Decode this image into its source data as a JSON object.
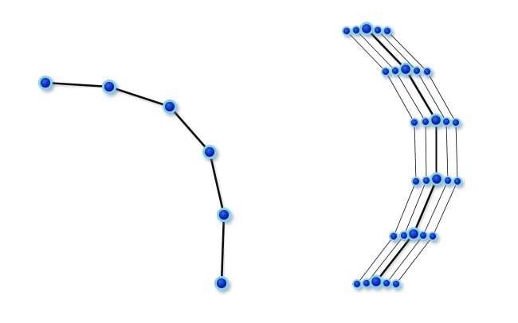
{
  "colors": {
    "background": "#ffffff",
    "line": "#111111",
    "thin_line": "#222222",
    "node_fill_dark": "#0b1ea8",
    "node_fill_light": "#1e4bd8",
    "node_ring": "#7fd3ea",
    "shadow": "#9aa3b0"
  },
  "diagrams": [
    {
      "name": "single-chain",
      "chains": 1,
      "nodes_per_chain": 6
    },
    {
      "name": "multi-chain-bundle",
      "chains": 5,
      "nodes_per_chain": 6
    }
  ]
}
